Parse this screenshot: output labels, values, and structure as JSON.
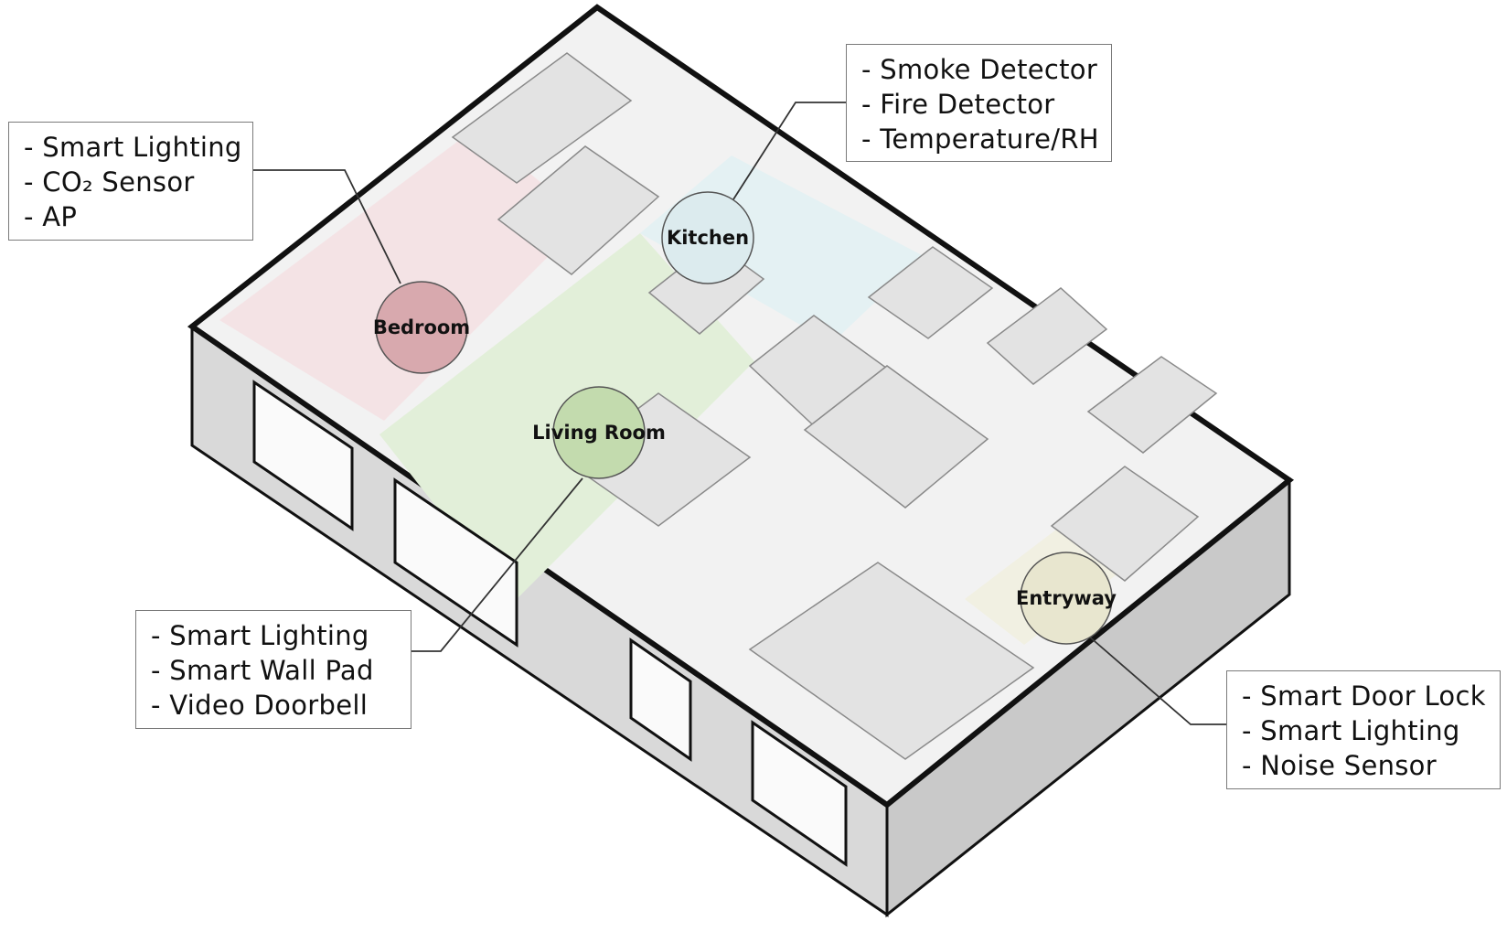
{
  "rooms": {
    "bedroom": {
      "label": "Bedroom",
      "color": "#d8a9ae"
    },
    "kitchen": {
      "label": "Kitchen",
      "color": "#dcebee"
    },
    "living_room": {
      "label": "Living Room",
      "color": "#c3dbae"
    },
    "entryway": {
      "label": "Entryway",
      "color": "#e8e6cf"
    }
  },
  "callouts": {
    "bedroom": {
      "lines": [
        "- Smart Lighting",
        "- CO₂ Sensor",
        "- AP"
      ]
    },
    "kitchen": {
      "lines": [
        "- Smoke Detector",
        "- Fire Detector",
        "- Temperature/RH"
      ]
    },
    "living_room": {
      "lines": [
        "- Smart Lighting",
        "- Smart Wall Pad",
        "- Video Doorbell"
      ]
    },
    "entryway": {
      "lines": [
        "- Smart Door Lock",
        "- Smart Lighting",
        "- Noise Sensor"
      ]
    }
  },
  "zone_colors": {
    "bedroom_tint": "#f4e3e5",
    "kitchen_tint": "#e4f1f3",
    "living_tint": "#e2efd9",
    "entry_tint": "#f1f0e2",
    "wall": "#dcdcdc",
    "wall_top": "#f7f7f7",
    "outline": "#111111"
  }
}
